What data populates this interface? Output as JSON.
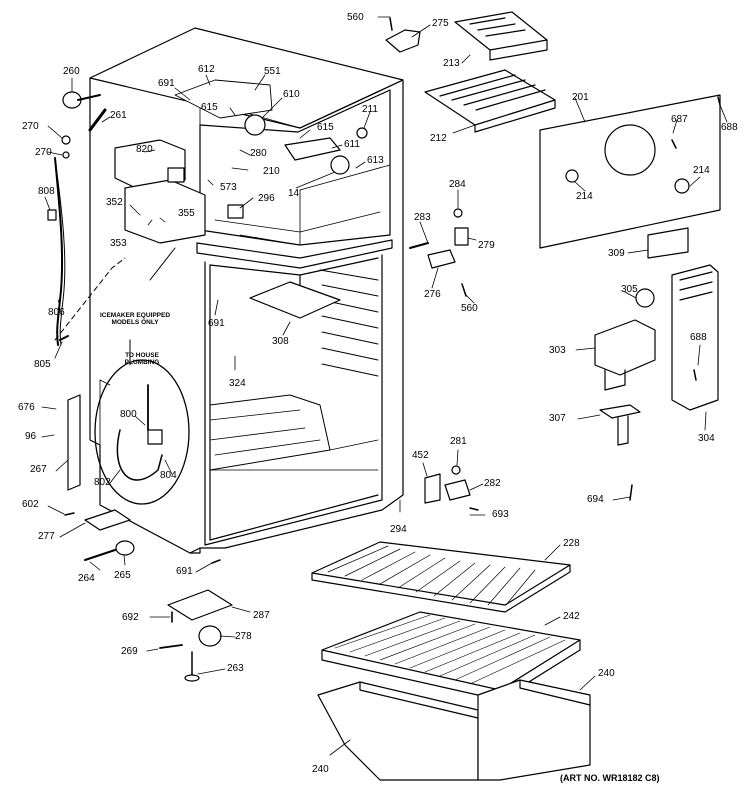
{
  "diagram": {
    "art_number": "(ART NO. WR18182 C8)",
    "notes": {
      "icemaker": "ICEMAKER EQUIPPED MODELS ONLY",
      "plumbing": "TO HOUSE PLUMBING"
    },
    "parts": [
      {
        "id": "p560a",
        "number": "560"
      },
      {
        "id": "p275",
        "number": "275"
      },
      {
        "id": "p213",
        "number": "213"
      },
      {
        "id": "p260",
        "number": "260"
      },
      {
        "id": "p691a",
        "number": "691"
      },
      {
        "id": "p612",
        "number": "612"
      },
      {
        "id": "p551",
        "number": "551"
      },
      {
        "id": "p610",
        "number": "610"
      },
      {
        "id": "p615a",
        "number": "615"
      },
      {
        "id": "p261",
        "number": "261"
      },
      {
        "id": "p270a",
        "number": "270"
      },
      {
        "id": "p270b",
        "number": "270"
      },
      {
        "id": "p820",
        "number": "820"
      },
      {
        "id": "p211",
        "number": "211"
      },
      {
        "id": "p615b",
        "number": "615"
      },
      {
        "id": "p611",
        "number": "611"
      },
      {
        "id": "p613",
        "number": "613"
      },
      {
        "id": "p280",
        "number": "280"
      },
      {
        "id": "p210",
        "number": "210"
      },
      {
        "id": "p573",
        "number": "573"
      },
      {
        "id": "p14",
        "number": "14"
      },
      {
        "id": "p212",
        "number": "212"
      },
      {
        "id": "p201",
        "number": "201"
      },
      {
        "id": "p687",
        "number": "687"
      },
      {
        "id": "p688a",
        "number": "688"
      },
      {
        "id": "p214a",
        "number": "214"
      },
      {
        "id": "p214b",
        "number": "214"
      },
      {
        "id": "p808",
        "number": "808"
      },
      {
        "id": "p352",
        "number": "352"
      },
      {
        "id": "p355",
        "number": "355"
      },
      {
        "id": "p353",
        "number": "353"
      },
      {
        "id": "p296",
        "number": "296"
      },
      {
        "id": "p284",
        "number": "284"
      },
      {
        "id": "p283",
        "number": "283"
      },
      {
        "id": "p279",
        "number": "279"
      },
      {
        "id": "p309",
        "number": "309"
      },
      {
        "id": "p276",
        "number": "276"
      },
      {
        "id": "p560b",
        "number": "560"
      },
      {
        "id": "p305",
        "number": "305"
      },
      {
        "id": "p806",
        "number": "806"
      },
      {
        "id": "p691b",
        "number": "691"
      },
      {
        "id": "p308",
        "number": "308"
      },
      {
        "id": "p805",
        "number": "805"
      },
      {
        "id": "p303",
        "number": "303"
      },
      {
        "id": "p688b",
        "number": "688"
      },
      {
        "id": "p324",
        "number": "324"
      },
      {
        "id": "p676",
        "number": "676"
      },
      {
        "id": "p800",
        "number": "800"
      },
      {
        "id": "p96",
        "number": "96"
      },
      {
        "id": "p307",
        "number": "307"
      },
      {
        "id": "p304",
        "number": "304"
      },
      {
        "id": "p281",
        "number": "281"
      },
      {
        "id": "p452",
        "number": "452"
      },
      {
        "id": "p267",
        "number": "267"
      },
      {
        "id": "p802",
        "number": "802"
      },
      {
        "id": "p804",
        "number": "804"
      },
      {
        "id": "p282",
        "number": "282"
      },
      {
        "id": "p694",
        "number": "694"
      },
      {
        "id": "p602",
        "number": "602"
      },
      {
        "id": "p693",
        "number": "693"
      },
      {
        "id": "p294",
        "number": "294"
      },
      {
        "id": "p277",
        "number": "277"
      },
      {
        "id": "p228",
        "number": "228"
      },
      {
        "id": "p264",
        "number": "264"
      },
      {
        "id": "p265",
        "number": "265"
      },
      {
        "id": "p691c",
        "number": "691"
      },
      {
        "id": "p692",
        "number": "692"
      },
      {
        "id": "p287",
        "number": "287"
      },
      {
        "id": "p242",
        "number": "242"
      },
      {
        "id": "p278",
        "number": "278"
      },
      {
        "id": "p269",
        "number": "269"
      },
      {
        "id": "p263",
        "number": "263"
      },
      {
        "id": "p240a",
        "number": "240"
      },
      {
        "id": "p240b",
        "number": "240"
      }
    ]
  }
}
